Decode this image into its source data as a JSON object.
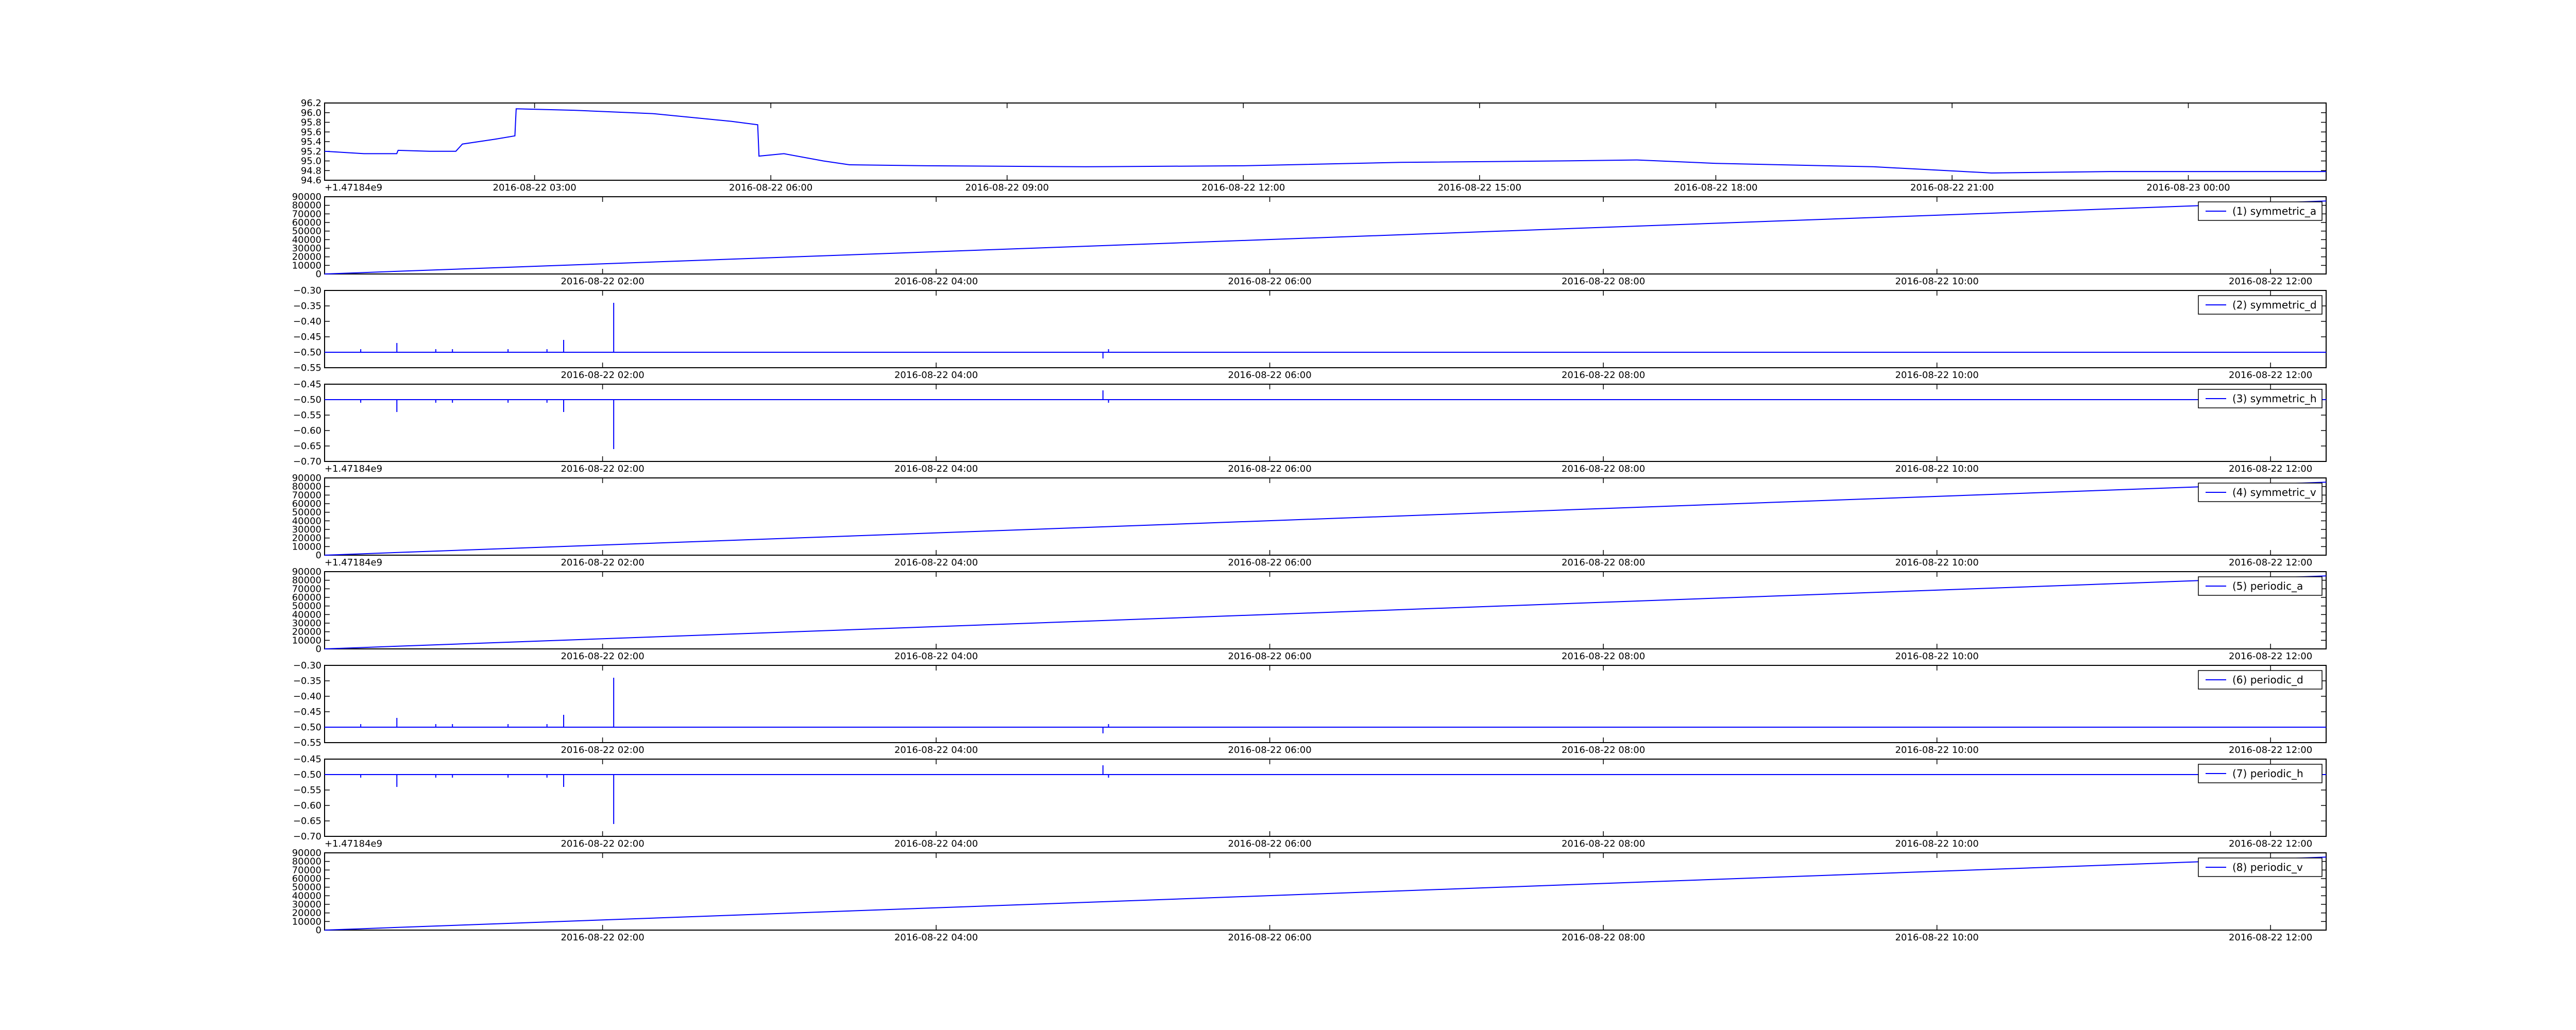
{
  "figure": {
    "line_color": "#0000ff"
  },
  "chart_data": [
    {
      "type": "line",
      "title": "",
      "legend": null,
      "x_kind": "date",
      "x_range": [
        "2016-08-22 00:20",
        "2016-08-23 01:45"
      ],
      "xticks": [
        {
          "at": "2016-08-22 03:00",
          "label": "2016-08-22 03:00"
        },
        {
          "at": "2016-08-22 06:00",
          "label": "2016-08-22 06:00"
        },
        {
          "at": "2016-08-22 09:00",
          "label": "2016-08-22 09:00"
        },
        {
          "at": "2016-08-22 12:00",
          "label": "2016-08-22 12:00"
        },
        {
          "at": "2016-08-22 15:00",
          "label": "2016-08-22 15:00"
        },
        {
          "at": "2016-08-22 18:00",
          "label": "2016-08-22 18:00"
        },
        {
          "at": "2016-08-22 21:00",
          "label": "2016-08-22 21:00"
        },
        {
          "at": "2016-08-23 00:00",
          "label": "2016-08-23 00:00"
        }
      ],
      "ylim": [
        94.6,
        96.2
      ],
      "yticks": [
        "94.6",
        "94.8",
        "95.0",
        "95.2",
        "95.4",
        "95.6",
        "95.8",
        "96.0",
        "96.2"
      ],
      "offset_label": "+1.47184e9",
      "grid": false,
      "series": [
        {
          "x": [
            "2016-08-22 00:20",
            "2016-08-22 00:50",
            "2016-08-22 01:15",
            "2016-08-22 01:16",
            "2016-08-22 01:40",
            "2016-08-22 02:00",
            "2016-08-22 02:05",
            "2016-08-22 02:30",
            "2016-08-22 02:45",
            "2016-08-22 02:46",
            "2016-08-22 03:30",
            "2016-08-22 04:30",
            "2016-08-22 05:30",
            "2016-08-22 05:50",
            "2016-08-22 05:51",
            "2016-08-22 06:10",
            "2016-08-22 06:40",
            "2016-08-22 07:00",
            "2016-08-22 08:00",
            "2016-08-22 10:00",
            "2016-08-22 12:00",
            "2016-08-22 14:00",
            "2016-08-22 16:00",
            "2016-08-22 17:00",
            "2016-08-22 18:00",
            "2016-08-22 20:00",
            "2016-08-22 21:30",
            "2016-08-22 23:00",
            "2016-08-23 01:45"
          ],
          "y": [
            95.2,
            95.15,
            95.15,
            95.22,
            95.2,
            95.2,
            95.35,
            95.45,
            95.52,
            96.08,
            96.05,
            95.98,
            95.82,
            95.75,
            95.1,
            95.15,
            95.0,
            94.92,
            94.9,
            94.88,
            94.9,
            94.97,
            95.0,
            95.02,
            94.95,
            94.88,
            94.75,
            94.78,
            94.78
          ]
        }
      ]
    },
    {
      "type": "line",
      "title": "",
      "legend": "(1) symmetric_a",
      "legend_position": "top-right",
      "x_kind": "date",
      "x_range": [
        "2016-08-22 00:20",
        "2016-08-22 12:20"
      ],
      "xticks": [
        {
          "at": "2016-08-22 02:00",
          "label": "2016-08-22 02:00"
        },
        {
          "at": "2016-08-22 04:00",
          "label": "2016-08-22 04:00"
        },
        {
          "at": "2016-08-22 06:00",
          "label": "2016-08-22 06:00"
        },
        {
          "at": "2016-08-22 08:00",
          "label": "2016-08-22 08:00"
        },
        {
          "at": "2016-08-22 10:00",
          "label": "2016-08-22 10:00"
        },
        {
          "at": "2016-08-22 12:00",
          "label": "2016-08-22 12:00"
        }
      ],
      "ylim": [
        0,
        90000
      ],
      "yticks": [
        "0",
        "10000",
        "20000",
        "30000",
        "40000",
        "50000",
        "60000",
        "70000",
        "80000",
        "90000"
      ],
      "offset_label": "",
      "grid": false,
      "series": [
        {
          "name": "(1) symmetric_a",
          "x": [
            "2016-08-22 00:20",
            "2016-08-22 12:20"
          ],
          "y": [
            0,
            85000
          ]
        }
      ]
    },
    {
      "type": "line",
      "title": "",
      "legend": "(2) symmetric_d",
      "legend_position": "top-right",
      "x_kind": "date",
      "x_range": [
        "2016-08-22 00:20",
        "2016-08-22 12:20"
      ],
      "xticks": [
        {
          "at": "2016-08-22 02:00",
          "label": "2016-08-22 02:00"
        },
        {
          "at": "2016-08-22 04:00",
          "label": "2016-08-22 04:00"
        },
        {
          "at": "2016-08-22 06:00",
          "label": "2016-08-22 06:00"
        },
        {
          "at": "2016-08-22 08:00",
          "label": "2016-08-22 08:00"
        },
        {
          "at": "2016-08-22 10:00",
          "label": "2016-08-22 10:00"
        },
        {
          "at": "2016-08-22 12:00",
          "label": "2016-08-22 12:00"
        }
      ],
      "ylim": [
        -0.55,
        -0.3
      ],
      "yticks": [
        "−0.55",
        "−0.50",
        "−0.45",
        "−0.40",
        "−0.35",
        "−0.30"
      ],
      "offset_label": "",
      "grid": false,
      "series": [
        {
          "name": "(2) symmetric_d",
          "baseline": -0.5,
          "spikes": [
            {
              "x": "2016-08-22 00:33",
              "y": -0.49
            },
            {
              "x": "2016-08-22 00:46",
              "y": -0.47
            },
            {
              "x": "2016-08-22 01:00",
              "y": -0.49
            },
            {
              "x": "2016-08-22 01:06",
              "y": -0.49
            },
            {
              "x": "2016-08-22 01:26",
              "y": -0.49
            },
            {
              "x": "2016-08-22 01:40",
              "y": -0.49
            },
            {
              "x": "2016-08-22 01:46",
              "y": -0.46
            },
            {
              "x": "2016-08-22 02:04",
              "y": -0.34
            },
            {
              "x": "2016-08-22 05:00",
              "y": -0.52
            },
            {
              "x": "2016-08-22 05:02",
              "y": -0.49
            }
          ]
        }
      ]
    },
    {
      "type": "line",
      "title": "",
      "legend": "(3) symmetric_h",
      "legend_position": "top-right",
      "x_kind": "date",
      "x_range": [
        "2016-08-22 00:20",
        "2016-08-22 12:20"
      ],
      "xticks": [
        {
          "at": "2016-08-22 02:00",
          "label": "2016-08-22 02:00"
        },
        {
          "at": "2016-08-22 04:00",
          "label": "2016-08-22 04:00"
        },
        {
          "at": "2016-08-22 06:00",
          "label": "2016-08-22 06:00"
        },
        {
          "at": "2016-08-22 08:00",
          "label": "2016-08-22 08:00"
        },
        {
          "at": "2016-08-22 10:00",
          "label": "2016-08-22 10:00"
        },
        {
          "at": "2016-08-22 12:00",
          "label": "2016-08-22 12:00"
        }
      ],
      "ylim": [
        -0.7,
        -0.45
      ],
      "yticks": [
        "−0.70",
        "−0.65",
        "−0.60",
        "−0.55",
        "−0.50",
        "−0.45"
      ],
      "offset_label": "+1.47184e9",
      "grid": false,
      "series": [
        {
          "name": "(3) symmetric_h",
          "baseline": -0.5,
          "spikes": [
            {
              "x": "2016-08-22 00:33",
              "y": -0.51
            },
            {
              "x": "2016-08-22 00:46",
              "y": -0.54
            },
            {
              "x": "2016-08-22 01:00",
              "y": -0.51
            },
            {
              "x": "2016-08-22 01:06",
              "y": -0.51
            },
            {
              "x": "2016-08-22 01:26",
              "y": -0.51
            },
            {
              "x": "2016-08-22 01:40",
              "y": -0.51
            },
            {
              "x": "2016-08-22 01:46",
              "y": -0.54
            },
            {
              "x": "2016-08-22 02:04",
              "y": -0.66
            },
            {
              "x": "2016-08-22 05:00",
              "y": -0.47
            },
            {
              "x": "2016-08-22 05:02",
              "y": -0.51
            }
          ]
        }
      ]
    },
    {
      "type": "line",
      "title": "",
      "legend": "(4) symmetric_v",
      "legend_position": "top-right",
      "x_kind": "date",
      "x_range": [
        "2016-08-22 00:20",
        "2016-08-22 12:20"
      ],
      "xticks": [
        {
          "at": "2016-08-22 02:00",
          "label": "2016-08-22 02:00"
        },
        {
          "at": "2016-08-22 04:00",
          "label": "2016-08-22 04:00"
        },
        {
          "at": "2016-08-22 06:00",
          "label": "2016-08-22 06:00"
        },
        {
          "at": "2016-08-22 08:00",
          "label": "2016-08-22 08:00"
        },
        {
          "at": "2016-08-22 10:00",
          "label": "2016-08-22 10:00"
        },
        {
          "at": "2016-08-22 12:00",
          "label": "2016-08-22 12:00"
        }
      ],
      "ylim": [
        0,
        90000
      ],
      "yticks": [
        "0",
        "10000",
        "20000",
        "30000",
        "40000",
        "50000",
        "60000",
        "70000",
        "80000",
        "90000"
      ],
      "offset_label": "+1.47184e9",
      "grid": false,
      "series": [
        {
          "name": "(4) symmetric_v",
          "x": [
            "2016-08-22 00:20",
            "2016-08-22 12:20"
          ],
          "y": [
            0,
            85000
          ]
        }
      ]
    },
    {
      "type": "line",
      "title": "",
      "legend": "(5) periodic_a",
      "legend_position": "top-right",
      "x_kind": "date",
      "x_range": [
        "2016-08-22 00:20",
        "2016-08-22 12:20"
      ],
      "xticks": [
        {
          "at": "2016-08-22 02:00",
          "label": "2016-08-22 02:00"
        },
        {
          "at": "2016-08-22 04:00",
          "label": "2016-08-22 04:00"
        },
        {
          "at": "2016-08-22 06:00",
          "label": "2016-08-22 06:00"
        },
        {
          "at": "2016-08-22 08:00",
          "label": "2016-08-22 08:00"
        },
        {
          "at": "2016-08-22 10:00",
          "label": "2016-08-22 10:00"
        },
        {
          "at": "2016-08-22 12:00",
          "label": "2016-08-22 12:00"
        }
      ],
      "ylim": [
        0,
        90000
      ],
      "yticks": [
        "0",
        "10000",
        "20000",
        "30000",
        "40000",
        "50000",
        "60000",
        "70000",
        "80000",
        "90000"
      ],
      "offset_label": "",
      "grid": false,
      "series": [
        {
          "name": "(5) periodic_a",
          "x": [
            "2016-08-22 00:20",
            "2016-08-22 12:20"
          ],
          "y": [
            0,
            85000
          ]
        }
      ]
    },
    {
      "type": "line",
      "title": "",
      "legend": "(6) periodic_d",
      "legend_position": "top-right",
      "x_kind": "date",
      "x_range": [
        "2016-08-22 00:20",
        "2016-08-22 12:20"
      ],
      "xticks": [
        {
          "at": "2016-08-22 02:00",
          "label": "2016-08-22 02:00"
        },
        {
          "at": "2016-08-22 04:00",
          "label": "2016-08-22 04:00"
        },
        {
          "at": "2016-08-22 06:00",
          "label": "2016-08-22 06:00"
        },
        {
          "at": "2016-08-22 08:00",
          "label": "2016-08-22 08:00"
        },
        {
          "at": "2016-08-22 10:00",
          "label": "2016-08-22 10:00"
        },
        {
          "at": "2016-08-22 12:00",
          "label": "2016-08-22 12:00"
        }
      ],
      "ylim": [
        -0.55,
        -0.3
      ],
      "yticks": [
        "−0.55",
        "−0.50",
        "−0.45",
        "−0.40",
        "−0.35",
        "−0.30"
      ],
      "offset_label": "",
      "grid": false,
      "series": [
        {
          "name": "(6) periodic_d",
          "baseline": -0.5,
          "spikes": [
            {
              "x": "2016-08-22 00:33",
              "y": -0.49
            },
            {
              "x": "2016-08-22 00:46",
              "y": -0.47
            },
            {
              "x": "2016-08-22 01:00",
              "y": -0.49
            },
            {
              "x": "2016-08-22 01:06",
              "y": -0.49
            },
            {
              "x": "2016-08-22 01:26",
              "y": -0.49
            },
            {
              "x": "2016-08-22 01:40",
              "y": -0.49
            },
            {
              "x": "2016-08-22 01:46",
              "y": -0.46
            },
            {
              "x": "2016-08-22 02:04",
              "y": -0.34
            },
            {
              "x": "2016-08-22 05:00",
              "y": -0.52
            },
            {
              "x": "2016-08-22 05:02",
              "y": -0.49
            }
          ]
        }
      ]
    },
    {
      "type": "line",
      "title": "",
      "legend": "(7) periodic_h",
      "legend_position": "top-right",
      "x_kind": "date",
      "x_range": [
        "2016-08-22 00:20",
        "2016-08-22 12:20"
      ],
      "xticks": [
        {
          "at": "2016-08-22 02:00",
          "label": "2016-08-22 02:00"
        },
        {
          "at": "2016-08-22 04:00",
          "label": "2016-08-22 04:00"
        },
        {
          "at": "2016-08-22 06:00",
          "label": "2016-08-22 06:00"
        },
        {
          "at": "2016-08-22 08:00",
          "label": "2016-08-22 08:00"
        },
        {
          "at": "2016-08-22 10:00",
          "label": "2016-08-22 10:00"
        },
        {
          "at": "2016-08-22 12:00",
          "label": "2016-08-22 12:00"
        }
      ],
      "ylim": [
        -0.7,
        -0.45
      ],
      "yticks": [
        "−0.70",
        "−0.65",
        "−0.60",
        "−0.55",
        "−0.50",
        "−0.45"
      ],
      "offset_label": "+1.47184e9",
      "grid": false,
      "series": [
        {
          "name": "(7) periodic_h",
          "baseline": -0.5,
          "spikes": [
            {
              "x": "2016-08-22 00:33",
              "y": -0.51
            },
            {
              "x": "2016-08-22 00:46",
              "y": -0.54
            },
            {
              "x": "2016-08-22 01:00",
              "y": -0.51
            },
            {
              "x": "2016-08-22 01:06",
              "y": -0.51
            },
            {
              "x": "2016-08-22 01:26",
              "y": -0.51
            },
            {
              "x": "2016-08-22 01:40",
              "y": -0.51
            },
            {
              "x": "2016-08-22 01:46",
              "y": -0.54
            },
            {
              "x": "2016-08-22 02:04",
              "y": -0.66
            },
            {
              "x": "2016-08-22 05:00",
              "y": -0.47
            },
            {
              "x": "2016-08-22 05:02",
              "y": -0.51
            }
          ]
        }
      ]
    },
    {
      "type": "line",
      "title": "",
      "legend": "(8) periodic_v",
      "legend_position": "top-right",
      "x_kind": "date",
      "x_range": [
        "2016-08-22 00:20",
        "2016-08-22 12:20"
      ],
      "xticks": [
        {
          "at": "2016-08-22 02:00",
          "label": "2016-08-22 02:00"
        },
        {
          "at": "2016-08-22 04:00",
          "label": "2016-08-22 04:00"
        },
        {
          "at": "2016-08-22 06:00",
          "label": "2016-08-22 06:00"
        },
        {
          "at": "2016-08-22 08:00",
          "label": "2016-08-22 08:00"
        },
        {
          "at": "2016-08-22 10:00",
          "label": "2016-08-22 10:00"
        },
        {
          "at": "2016-08-22 12:00",
          "label": "2016-08-22 12:00"
        }
      ],
      "ylim": [
        0,
        90000
      ],
      "yticks": [
        "0",
        "10000",
        "20000",
        "30000",
        "40000",
        "50000",
        "60000",
        "70000",
        "80000",
        "90000"
      ],
      "offset_label": "",
      "grid": false,
      "series": [
        {
          "name": "(8) periodic_v",
          "x": [
            "2016-08-22 00:20",
            "2016-08-22 12:20"
          ],
          "y": [
            0,
            85000
          ]
        }
      ]
    }
  ]
}
